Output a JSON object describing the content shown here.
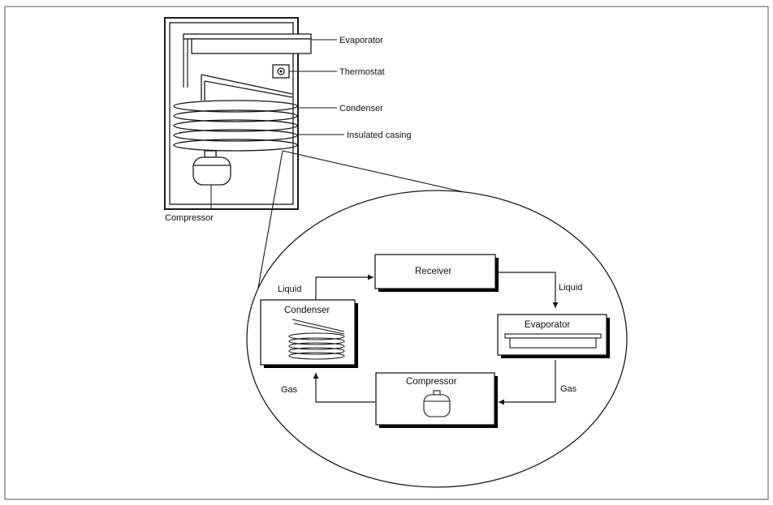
{
  "fridge": {
    "callouts": {
      "evaporator": "Evaporator",
      "thermostat": "Thermostat",
      "condenser": "Condenser",
      "insulated_casing": "Insulated casing",
      "compressor": "Compressor"
    }
  },
  "cycle": {
    "components": {
      "receiver": "Receiver",
      "condenser": "Condenser",
      "evaporator": "Evaporator",
      "compressor": "Compressor"
    },
    "flows": {
      "liquid_left": "Liquid",
      "liquid_right": "Liquid",
      "gas_left": "Gas",
      "gas_right": "Gas"
    }
  },
  "colors": {
    "line": "#1a1a1a",
    "background": "#ffffff",
    "shadow": "#000000"
  }
}
